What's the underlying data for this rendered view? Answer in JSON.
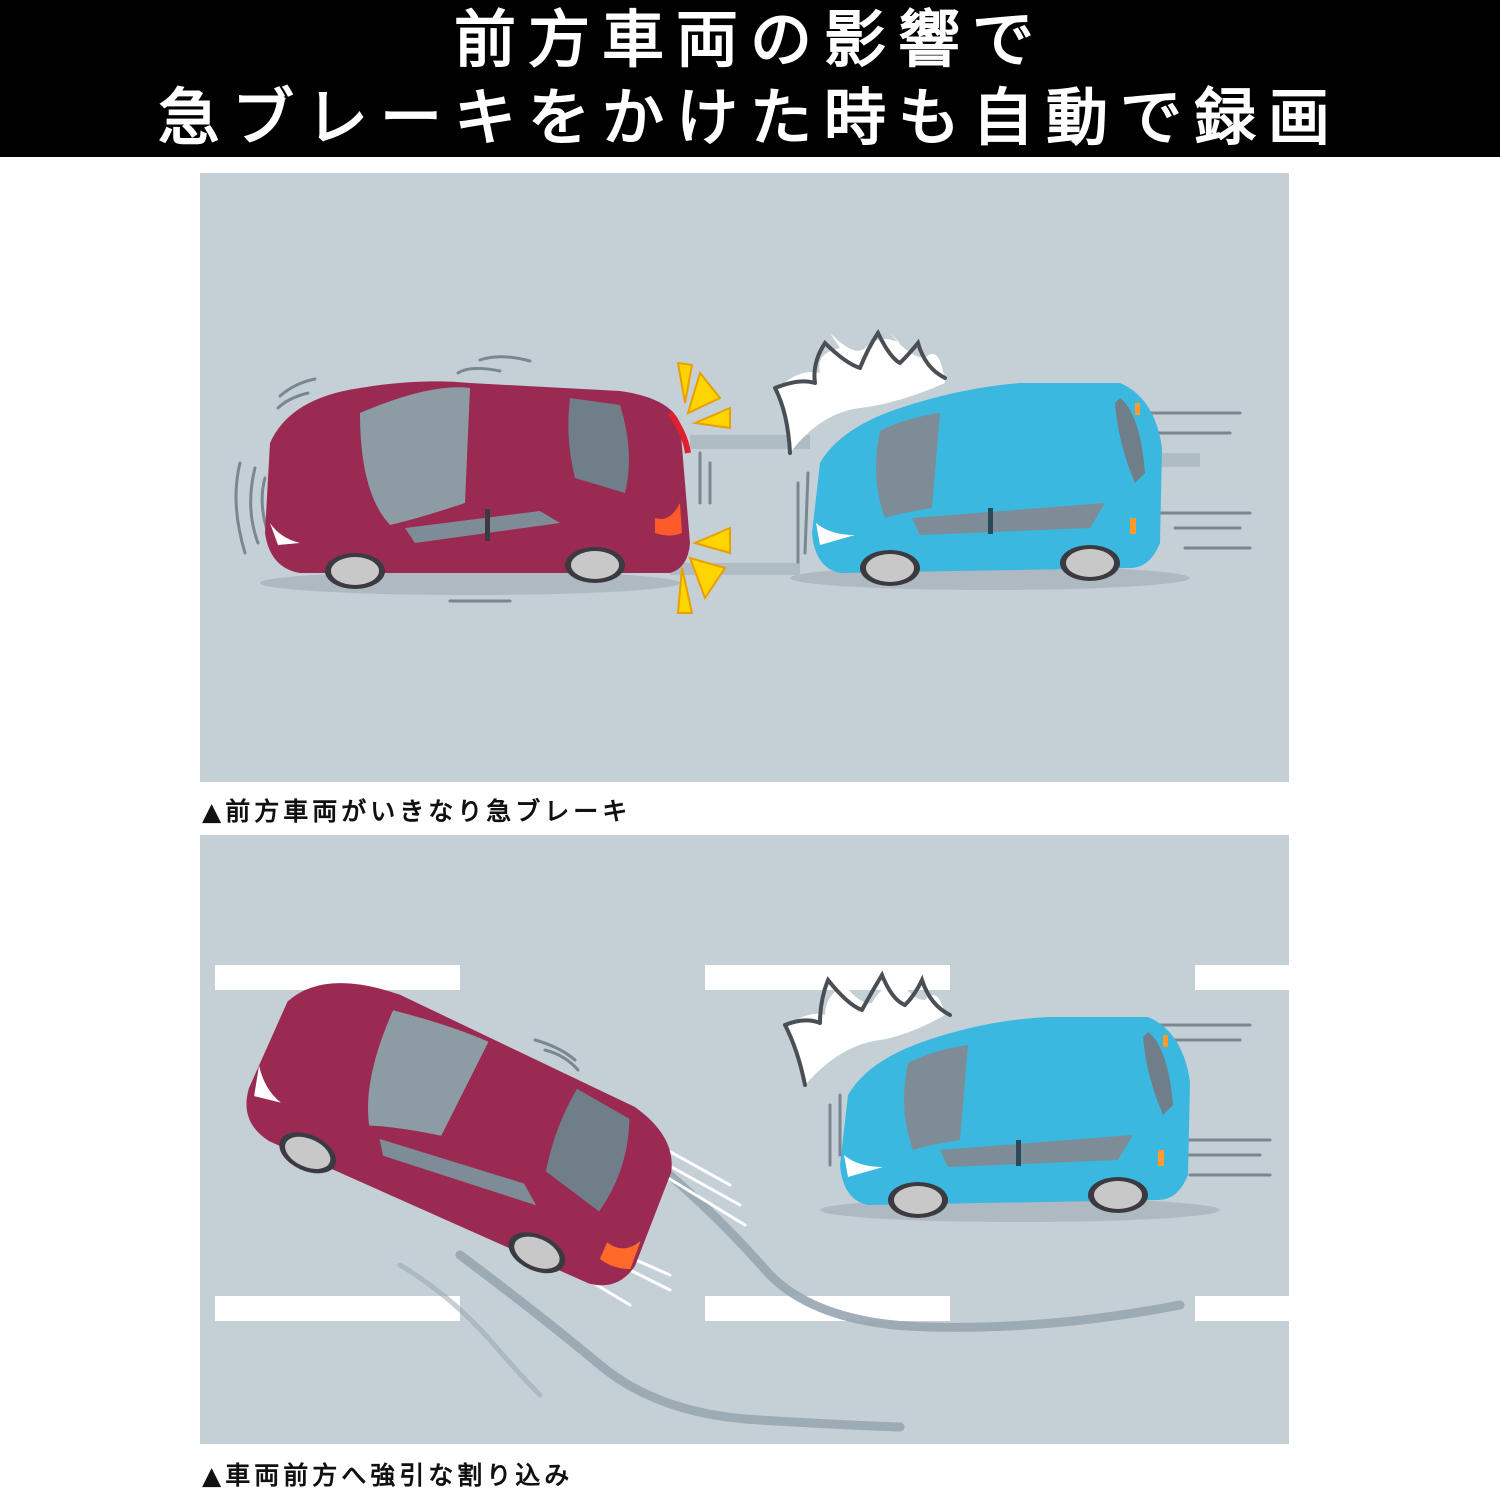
{
  "header": {
    "line1": "前方車両の影響で",
    "line2": "急ブレーキをかけた時も自動で録画"
  },
  "panels": [
    {
      "caption": "▲前方車両がいきなり急ブレーキ",
      "scene": "red sedan braking suddenly in front of blue hatchback",
      "elements": [
        "red-sedan",
        "brake-flash-burst",
        "blue-hatchback",
        "shock-speech-burst",
        "motion-lines"
      ]
    },
    {
      "caption": "▲車両前方へ強引な割り込み",
      "scene": "red sedan forcefully cutting in front of blue hatchback",
      "elements": [
        "red-sedan",
        "blue-hatchback",
        "shock-speech-burst",
        "skid-marks",
        "lane-markings",
        "motion-lines"
      ]
    }
  ],
  "colors": {
    "header_bg": "#000000",
    "header_text": "#ffffff",
    "road": "#c5cfd6",
    "red_car": "#9b2a52",
    "blue_car": "#3bb8e0",
    "window": "#7d8c96",
    "flash": "#ffd400",
    "lane_marking": "#ffffff"
  }
}
